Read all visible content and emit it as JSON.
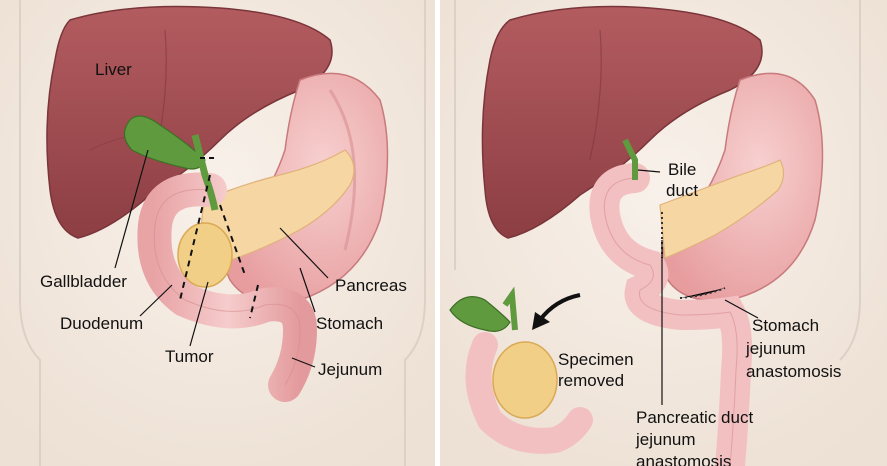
{
  "left": {
    "liver": "Liver",
    "gallbladder": "Gallbladder",
    "duodenum": "Duodenum",
    "tumor": "Tumor",
    "pancreas": "Pancreas",
    "stomach": "Stomach",
    "jejunum": "Jejunum"
  },
  "right": {
    "bile_duct_1": "Bile",
    "bile_duct_2": "duct",
    "specimen_1": "Specimen",
    "specimen_2": "removed",
    "stomach_anast_1": "Stomach",
    "stomach_anast_2": "jejunum",
    "stomach_anast_3": "anastomosis",
    "pancreatic_1": "Pancreatic duct",
    "pancreatic_2": "jejunum",
    "pancreatic_3": "anastomosis"
  },
  "colors": {
    "background": "#f4ece4",
    "liver": "#9e4a4f",
    "stomach": "#f0b9b9",
    "pancreas": "#f7d9a6",
    "gallbladder": "#5f9a3e",
    "tumor": "#f2cf86"
  }
}
